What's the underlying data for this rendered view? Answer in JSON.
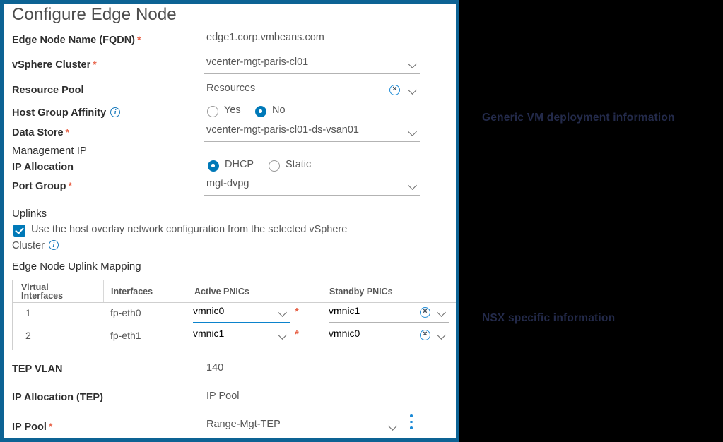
{
  "dialog": {
    "title": "Configure Edge Node"
  },
  "fields": {
    "edge_node_name": {
      "label": "Edge Node Name (FQDN)",
      "required": "*",
      "value": "edge1.corp.vmbeans.com"
    },
    "vsphere_cluster": {
      "label": "vSphere Cluster",
      "required": "*",
      "value": "vcenter-mgt-paris-cl01"
    },
    "resource_pool": {
      "label": "Resource Pool",
      "required": "",
      "value": "Resources"
    },
    "host_group_affinity": {
      "label": "Host Group Affinity",
      "info_icon": "info-icon",
      "options": [
        "Yes",
        "No"
      ],
      "selected": "No"
    },
    "data_store": {
      "label": "Data Store",
      "required": "*",
      "value": "vcenter-mgt-paris-cl01-ds-vsan01"
    },
    "management_ip": {
      "label": "Management IP"
    },
    "ip_allocation": {
      "label": "IP Allocation",
      "options": [
        "DHCP",
        "Static"
      ],
      "selected": "DHCP"
    },
    "port_group": {
      "label": "Port Group",
      "required": "*",
      "value": "mgt-dvpg"
    }
  },
  "uplinks": {
    "heading": "Uplinks",
    "checkbox_checked": true,
    "checkbox_label_line1": "Use the host overlay network configuration from the selected vSphere",
    "checkbox_label_line2": "Cluster",
    "checkbox_info_icon": "info-icon",
    "mapping_heading": "Edge Node Uplink Mapping"
  },
  "uplink_table": {
    "columns": [
      {
        "label_line1": "Virtual",
        "label_line2": "Interfaces"
      },
      {
        "label_line1": "Interfaces",
        "label_line2": ""
      },
      {
        "label_line1": "Active PNICs",
        "label_line2": ""
      },
      {
        "label_line1": "Standby PNICs",
        "label_line2": ""
      }
    ],
    "rows": [
      {
        "virtual_interface": "1",
        "interface": "fp-eth0",
        "active_pnic": "vmnic0",
        "active_required": "*",
        "standby_pnic": "vmnic1"
      },
      {
        "virtual_interface": "2",
        "interface": "fp-eth1",
        "active_pnic": "vmnic1",
        "active_required": "*",
        "standby_pnic": "vmnic0"
      }
    ]
  },
  "tep": {
    "tep_vlan": {
      "label": "TEP VLAN",
      "value": "140"
    },
    "ip_allocation_tep": {
      "label": "IP Allocation (TEP)",
      "value": "IP Pool"
    },
    "ip_pool": {
      "label": "IP Pool",
      "required": "*",
      "value": "Range-Mgt-TEP"
    }
  },
  "annotations": [
    {
      "text": "Generic VM deployment information"
    },
    {
      "text": "NSX specific information"
    }
  ],
  "colors": {
    "panel_border": "#0d6394",
    "accent_blue": "#0079b8",
    "required_red": "#e8654b",
    "annotation_navy": "#232a4a"
  }
}
